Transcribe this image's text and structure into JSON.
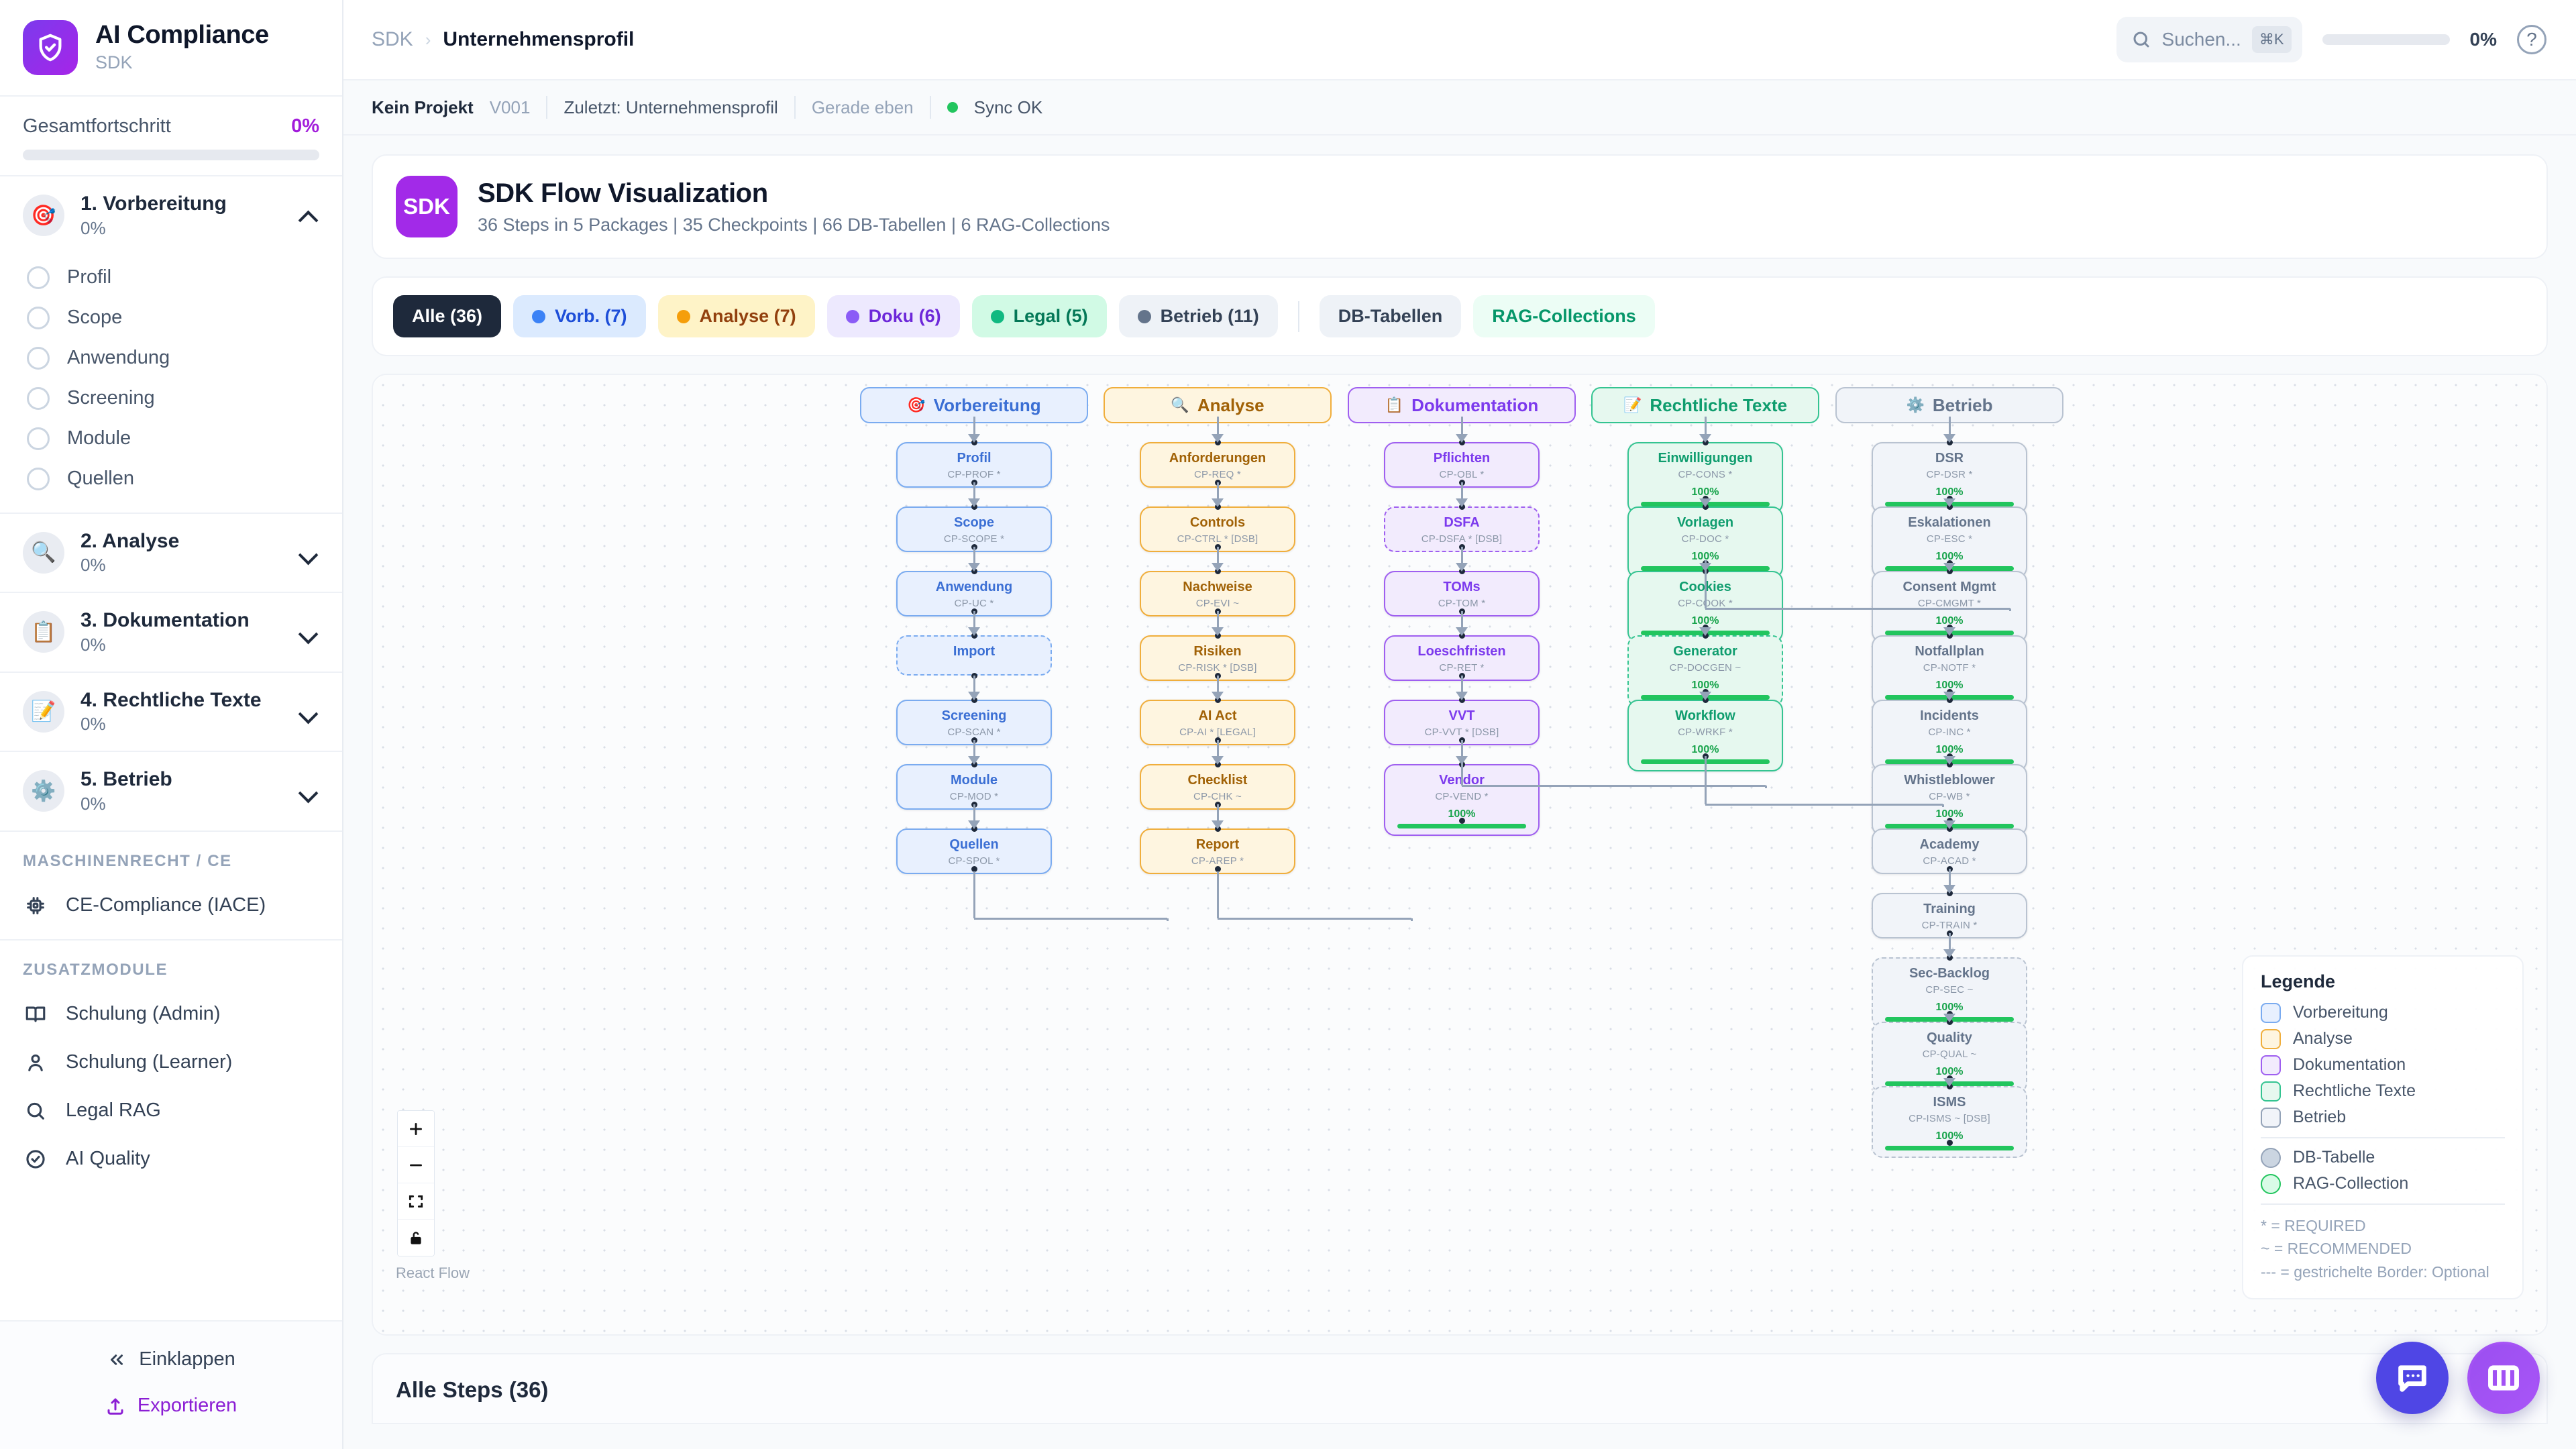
{
  "brand": {
    "title": "AI Compliance",
    "subtitle": "SDK",
    "logo_icon": "shield-check-icon",
    "accent": "#a21ddb"
  },
  "overall": {
    "label": "Gesamtfortschritt",
    "value": "0%"
  },
  "phases": [
    {
      "name": "1. Vorbereitung",
      "pct": "0%",
      "icon": "🎯",
      "expanded": true,
      "items": [
        "Profil",
        "Scope",
        "Anwendung",
        "Screening",
        "Module",
        "Quellen"
      ]
    },
    {
      "name": "2. Analyse",
      "pct": "0%",
      "icon": "🔍",
      "expanded": false,
      "items": []
    },
    {
      "name": "3. Dokumentation",
      "pct": "0%",
      "icon": "📋",
      "expanded": false,
      "items": []
    },
    {
      "name": "4. Rechtliche Texte",
      "pct": "0%",
      "icon": "📝",
      "expanded": false,
      "items": []
    },
    {
      "name": "5. Betrieb",
      "pct": "0%",
      "icon": "⚙️",
      "expanded": false,
      "items": []
    }
  ],
  "sections": [
    {
      "title": "MASCHINENRECHT / CE",
      "items": [
        {
          "label": "CE-Compliance (IACE)",
          "icon": "chip-icon"
        }
      ]
    },
    {
      "title": "ZUSATZMODULE",
      "items": [
        {
          "label": "Schulung (Admin)",
          "icon": "book-icon"
        },
        {
          "label": "Schulung (Learner)",
          "icon": "user-icon"
        },
        {
          "label": "Legal RAG",
          "icon": "search-icon"
        },
        {
          "label": "AI Quality",
          "icon": "check-circle-icon"
        }
      ]
    }
  ],
  "sidebar_footer": {
    "collapse_label": "Einklappen",
    "export_label": "Exportieren"
  },
  "topbar": {
    "breadcrumb_root": "SDK",
    "breadcrumb_sep": "›",
    "breadcrumb_current": "Unternehmensprofil",
    "search_placeholder": "Suchen...",
    "search_kbd": "⌘K",
    "progress_pct": "0%",
    "help_glyph": "?"
  },
  "metabar": {
    "project": "Kein Projekt",
    "version": "V001",
    "last": "Zuletzt: Unternehmensprofil",
    "time": "Gerade eben",
    "sync": "Sync OK"
  },
  "flow_header": {
    "badge": "SDK",
    "title": "SDK Flow Visualization",
    "subtitle": "36 Steps in 5 Packages | 35 Checkpoints | 66 DB-Tabellen | 6 RAG-Collections"
  },
  "chips": [
    {
      "label": "Alle (36)",
      "active": true,
      "dot": null,
      "bg": "#1e293b",
      "fg": "#ffffff"
    },
    {
      "label": "Vorb. (7)",
      "active": false,
      "dot": "#3b82f6",
      "bg": "#dbeafe",
      "fg": "#1d4ed8"
    },
    {
      "label": "Analyse (7)",
      "active": false,
      "dot": "#f59e0b",
      "bg": "#fef3c7",
      "fg": "#92400e"
    },
    {
      "label": "Doku (6)",
      "active": false,
      "dot": "#8b5cf6",
      "bg": "#ede9fe",
      "fg": "#6d28d9"
    },
    {
      "label": "Legal (5)",
      "active": false,
      "dot": "#10b981",
      "bg": "#d1fae5",
      "fg": "#047857"
    },
    {
      "label": "Betrieb (11)",
      "active": false,
      "dot": "#64748b",
      "bg": "#eef2f7",
      "fg": "#334155"
    }
  ],
  "chips_extra": [
    {
      "label": "DB-Tabellen",
      "bg": "#eef2f7",
      "fg": "#334155"
    },
    {
      "label": "RAG-Collections",
      "bg": "#ecfdf5",
      "fg": "#059669"
    }
  ],
  "flow": {
    "columns": [
      {
        "title": "Vorbereitung",
        "icon": "🎯",
        "bg": "#e8f0fe",
        "border": "#7aabf0",
        "fg": "#3b6fd4"
      },
      {
        "title": "Analyse",
        "icon": "🔍",
        "bg": "#fef5e0",
        "border": "#f0ae3c",
        "fg": "#a16207"
      },
      {
        "title": "Dokumentation",
        "icon": "📋",
        "bg": "#f2ebfd",
        "border": "#9f5ff0",
        "fg": "#7c3aed"
      },
      {
        "title": "Rechtliche Texte",
        "icon": "📝",
        "bg": "#e6f8ef",
        "border": "#34c491",
        "fg": "#0f9d6e"
      },
      {
        "title": "Betrieb",
        "icon": "⚙️",
        "bg": "#f1f4f9",
        "border": "#b9c3d1",
        "fg": "#64748b"
      }
    ],
    "nodes": [
      {
        "col": 0,
        "title": "Profil",
        "code": "CP-PROF *",
        "dashed": false
      },
      {
        "col": 0,
        "title": "Scope",
        "code": "CP-SCOPE *",
        "dashed": false
      },
      {
        "col": 0,
        "title": "Anwendung",
        "code": "CP-UC *",
        "dashed": false
      },
      {
        "col": 0,
        "title": "Import",
        "code": "",
        "dashed": true
      },
      {
        "col": 0,
        "title": "Screening",
        "code": "CP-SCAN *",
        "dashed": false
      },
      {
        "col": 0,
        "title": "Module",
        "code": "CP-MOD *",
        "dashed": false
      },
      {
        "col": 0,
        "title": "Quellen",
        "code": "CP-SPOL *",
        "dashed": false
      },
      {
        "col": 1,
        "title": "Anforderungen",
        "code": "CP-REQ *",
        "dashed": false
      },
      {
        "col": 1,
        "title": "Controls",
        "code": "CP-CTRL * [DSB]",
        "dashed": false
      },
      {
        "col": 1,
        "title": "Nachweise",
        "code": "CP-EVI ~",
        "dashed": false
      },
      {
        "col": 1,
        "title": "Risiken",
        "code": "CP-RISK * [DSB]",
        "dashed": false
      },
      {
        "col": 1,
        "title": "AI Act",
        "code": "CP-AI * [LEGAL]",
        "dashed": false
      },
      {
        "col": 1,
        "title": "Checklist",
        "code": "CP-CHK ~",
        "dashed": false
      },
      {
        "col": 1,
        "title": "Report",
        "code": "CP-AREP *",
        "dashed": false
      },
      {
        "col": 2,
        "title": "Pflichten",
        "code": "CP-OBL *",
        "dashed": false
      },
      {
        "col": 2,
        "title": "DSFA",
        "code": "CP-DSFA * [DSB]",
        "dashed": true
      },
      {
        "col": 2,
        "title": "TOMs",
        "code": "CP-TOM *",
        "dashed": false
      },
      {
        "col": 2,
        "title": "Loeschfristen",
        "code": "CP-RET *",
        "dashed": false
      },
      {
        "col": 2,
        "title": "VVT",
        "code": "CP-VVT * [DSB]",
        "dashed": false
      },
      {
        "col": 2,
        "title": "Vendor",
        "code": "CP-VEND *",
        "dashed": false,
        "pct": "100%"
      },
      {
        "col": 3,
        "title": "Einwilligungen",
        "code": "CP-CONS *",
        "dashed": false,
        "pct": "100%"
      },
      {
        "col": 3,
        "title": "Vorlagen",
        "code": "CP-DOC *",
        "dashed": false,
        "pct": "100%"
      },
      {
        "col": 3,
        "title": "Cookies",
        "code": "CP-COOK *",
        "dashed": false,
        "pct": "100%"
      },
      {
        "col": 3,
        "title": "Generator",
        "code": "CP-DOCGEN ~",
        "dashed": true,
        "pct": "100%"
      },
      {
        "col": 3,
        "title": "Workflow",
        "code": "CP-WRKF *",
        "dashed": false,
        "pct": "100%"
      },
      {
        "col": 4,
        "title": "DSR",
        "code": "CP-DSR *",
        "dashed": false,
        "pct": "100%"
      },
      {
        "col": 4,
        "title": "Eskalationen",
        "code": "CP-ESC *",
        "dashed": false,
        "pct": "100%"
      },
      {
        "col": 4,
        "title": "Consent Mgmt",
        "code": "CP-CMGMT *",
        "dashed": false,
        "pct": "100%"
      },
      {
        "col": 4,
        "title": "Notfallplan",
        "code": "CP-NOTF *",
        "dashed": false,
        "pct": "100%"
      },
      {
        "col": 4,
        "title": "Incidents",
        "code": "CP-INC *",
        "dashed": false,
        "pct": "100%"
      },
      {
        "col": 4,
        "title": "Whistleblower",
        "code": "CP-WB *",
        "dashed": false,
        "pct": "100%"
      },
      {
        "col": 4,
        "title": "Academy",
        "code": "CP-ACAD *",
        "dashed": false
      },
      {
        "col": 4,
        "title": "Training",
        "code": "CP-TRAIN *",
        "dashed": false
      },
      {
        "col": 4,
        "title": "Sec-Backlog",
        "code": "CP-SEC ~",
        "dashed": true,
        "pct": "100%"
      },
      {
        "col": 4,
        "title": "Quality",
        "code": "CP-QUAL ~",
        "dashed": true,
        "pct": "100%"
      },
      {
        "col": 4,
        "title": "ISMS",
        "code": "CP-ISMS ~ [DSB]",
        "dashed": true,
        "pct": "100%"
      }
    ]
  },
  "legend": {
    "title": "Legende",
    "entries": [
      {
        "label": "Vorbereitung",
        "bg": "#e8f0fe",
        "border": "#7aabf0",
        "shape": "square"
      },
      {
        "label": "Analyse",
        "bg": "#fef5e0",
        "border": "#f0ae3c",
        "shape": "square"
      },
      {
        "label": "Dokumentation",
        "bg": "#f2ebfd",
        "border": "#9f5ff0",
        "shape": "square"
      },
      {
        "label": "Rechtliche Texte",
        "bg": "#e6f8ef",
        "border": "#34c491",
        "shape": "square"
      },
      {
        "label": "Betrieb",
        "bg": "#f1f4f9",
        "border": "#94a3b8",
        "shape": "square"
      },
      {
        "label": "DB-Tabelle",
        "bg": "#cbd5e1",
        "border": "#94a3b8",
        "shape": "circle"
      },
      {
        "label": "RAG-Collection",
        "bg": "#d9fbe7",
        "border": "#22c55e",
        "shape": "circle"
      }
    ],
    "notes": [
      "* = REQUIRED",
      "~ = RECOMMENDED",
      "--- = gestrichelte Border: Optional"
    ]
  },
  "canvas_controls": {
    "zoom_in": "+",
    "zoom_out": "−",
    "fit_view": "fit-view-icon",
    "lock": "lock-icon",
    "attribution": "React Flow"
  },
  "steps_section": {
    "title": "Alle Steps (36)"
  },
  "fabs": [
    {
      "name": "chat-fab",
      "icon": "chat-icon"
    },
    {
      "name": "panel-fab",
      "icon": "columns-icon"
    }
  ]
}
